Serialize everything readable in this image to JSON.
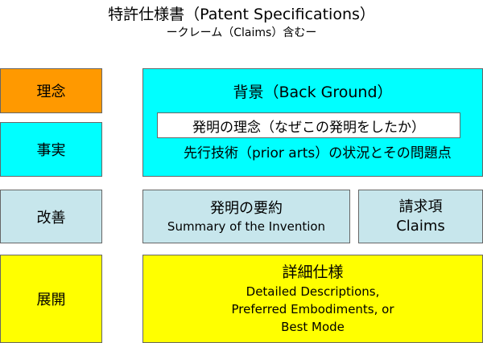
{
  "title": "特許仕様書（Patent Specifications）",
  "subtitle": "ークレーム（Claims）含むー",
  "left_labels": {
    "rinen": "理念",
    "jijitsu": "事実",
    "kaizen": "改善",
    "tenkai": "展開"
  },
  "background": {
    "heading": "背景（Back Ground）",
    "inner": "発明の理念（なぜこの発明をしたか）",
    "problem": "先行技術（prior arts）の状況とその問題点"
  },
  "summary": {
    "jp": "発明の要約",
    "en": "Summary of the Invention"
  },
  "claims": {
    "jp": "請求項",
    "en": "Claims"
  },
  "detailed": {
    "jp": "詳細仕様",
    "en_line1": "Detailed Descriptions,",
    "en_line2": "Preferred Embodiments, or",
    "en_line3": "Best Mode"
  },
  "colors": {
    "orange": "#ff9900",
    "cyan": "#00ffff",
    "light_blue": "#c7e6ec",
    "yellow": "#ffff00"
  }
}
